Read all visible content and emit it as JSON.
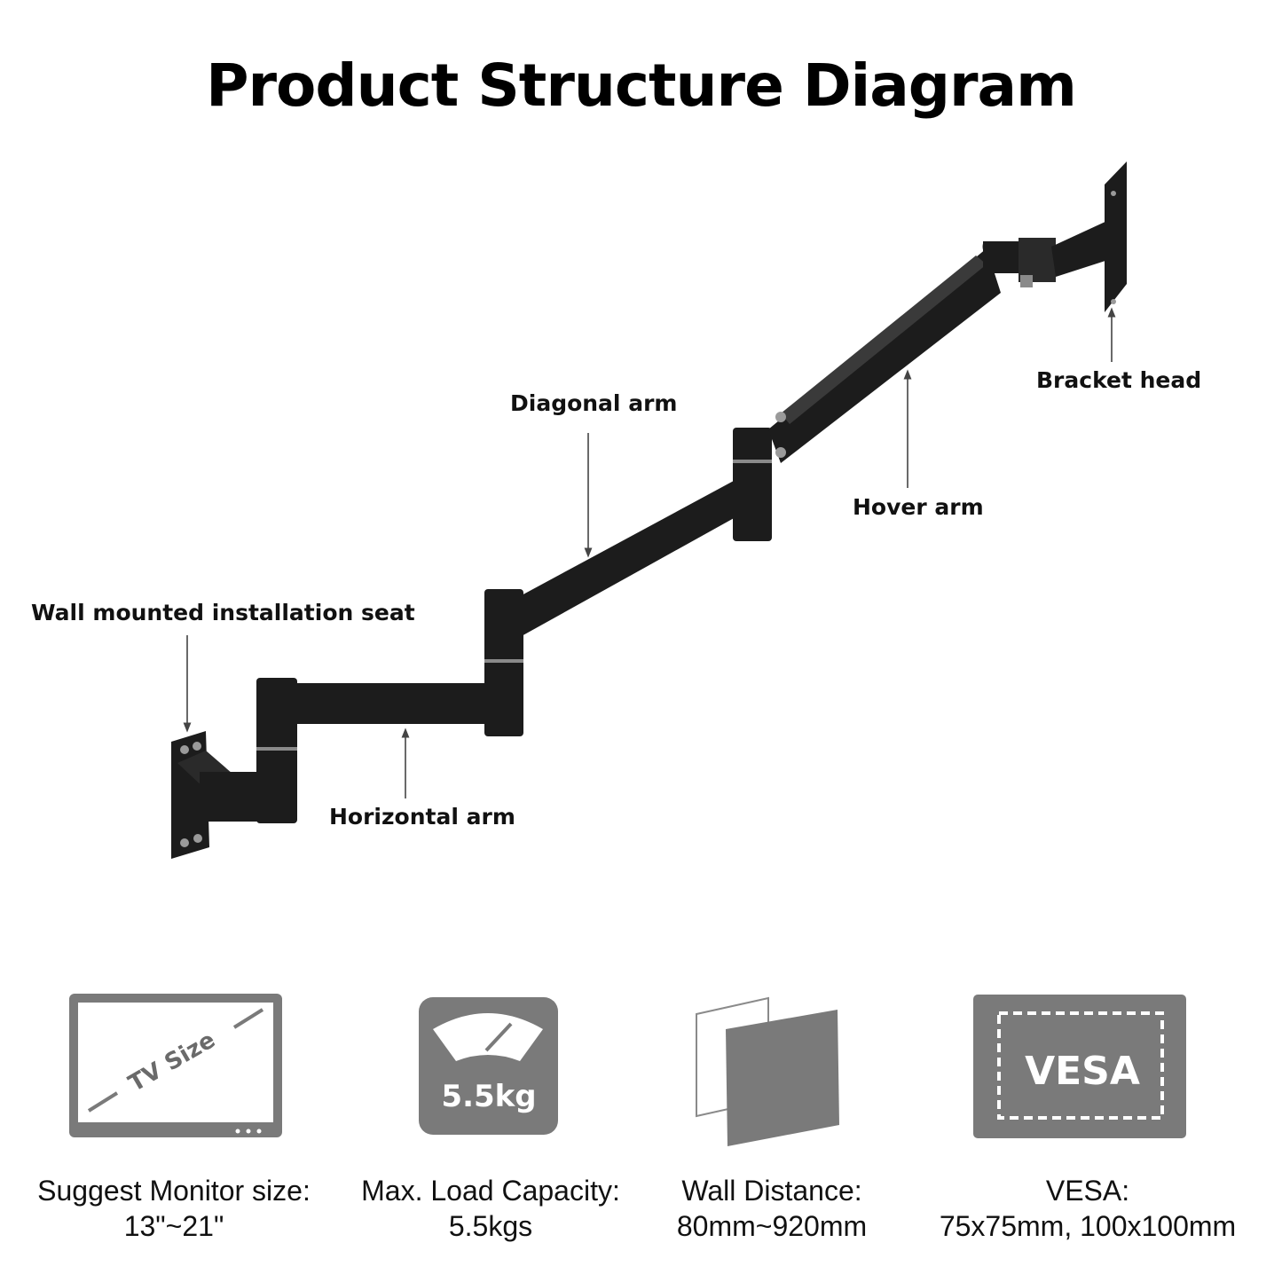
{
  "title": "Product Structure Diagram",
  "parts": {
    "bracket_head": "Bracket head",
    "diagonal_arm": "Diagonal arm",
    "hover_arm": "Hover arm",
    "wall_seat": "Wall mounted installation seat",
    "horizontal_arm": "Horizontal arm"
  },
  "specs": [
    {
      "icon": "monitor-icon",
      "icon_text": "TV Size",
      "line1": "Suggest Monitor size:",
      "line2": "13\"~21\""
    },
    {
      "icon": "scale-icon",
      "icon_text": "5.5kg",
      "line1": "Max. Load Capacity:",
      "line2": "5.5kgs"
    },
    {
      "icon": "wall-distance-icon",
      "line1": "Wall Distance:",
      "line2": "80mm~920mm"
    },
    {
      "icon": "vesa-icon",
      "icon_text": "VESA",
      "line1": "VESA:",
      "line2": "75x75mm, 100x100mm"
    }
  ],
  "colors": {
    "arm": "#1c1c1c",
    "icon_gray": "#7a7a7a",
    "text": "#111111"
  }
}
